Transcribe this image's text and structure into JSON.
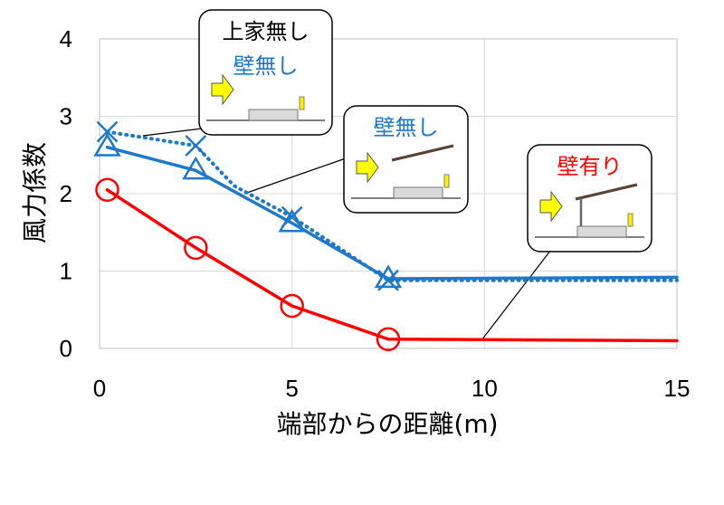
{
  "chart_data": {
    "type": "line",
    "xlabel": "端部からの距離(m)",
    "ylabel": "風力係数",
    "xlim": [
      0,
      15
    ],
    "ylim": [
      0,
      4
    ],
    "x_ticks": [
      "0",
      "5",
      "10",
      "15"
    ],
    "y_ticks": [
      "0",
      "1",
      "2",
      "3",
      "4"
    ],
    "grid": true,
    "series": [
      {
        "name": "上家無し 壁無し",
        "color": "#1F78C8",
        "line_style": "dotted",
        "marker": "x",
        "marker_x": [
          0.2,
          2.5,
          5.0,
          7.5
        ],
        "x": [
          0.2,
          2.5,
          3.5,
          5.0,
          7.5,
          15.0
        ],
        "y": [
          2.8,
          2.62,
          2.1,
          1.7,
          0.88,
          0.88
        ]
      },
      {
        "name": "壁無し",
        "color": "#1F78C8",
        "line_style": "solid",
        "marker": "triangle",
        "marker_x": [
          0.2,
          2.5,
          5.0,
          7.5
        ],
        "x": [
          0.2,
          2.5,
          5.0,
          7.5,
          15.0
        ],
        "y": [
          2.6,
          2.3,
          1.62,
          0.9,
          0.92
        ]
      },
      {
        "name": "壁有り",
        "color": "#FF0000",
        "line_style": "solid",
        "marker": "circle",
        "marker_x": [
          0.2,
          2.5,
          5.0,
          7.5
        ],
        "x": [
          0.2,
          2.5,
          5.0,
          7.5,
          15.0
        ],
        "y": [
          2.05,
          1.3,
          0.55,
          0.12,
          0.1
        ]
      }
    ],
    "callouts": [
      {
        "title_lines": [
          "上家無し",
          "壁無し"
        ],
        "title_colors": [
          "#000000",
          "#1F78C8"
        ],
        "has_roof": false,
        "has_wall": false,
        "series_index": 0
      },
      {
        "title_lines": [
          "壁無し"
        ],
        "title_colors": [
          "#1F78C8"
        ],
        "has_roof": true,
        "has_wall": false,
        "series_index": 1
      },
      {
        "title_lines": [
          "壁有り"
        ],
        "title_colors": [
          "#FF0000"
        ],
        "has_roof": true,
        "has_wall": true,
        "series_index": 2
      }
    ]
  }
}
